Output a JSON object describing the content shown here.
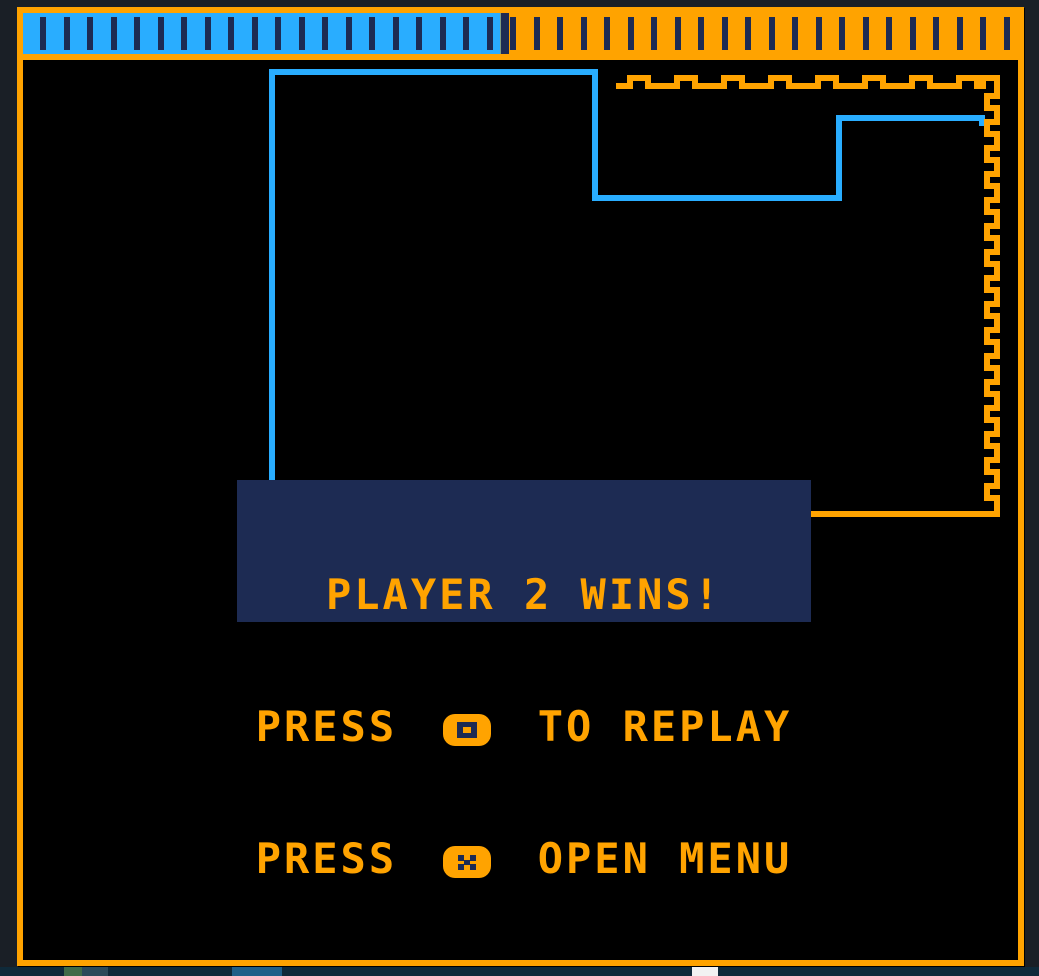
{
  "game": {
    "colors": {
      "background": "#000000",
      "frame": "#ffa300",
      "player1": "#29adff",
      "player2": "#ffa300",
      "meter_dark": "#1d2b53",
      "overlay_bg": "#1d2b53",
      "overlay_text": "#ffa300"
    },
    "territory_meter": {
      "player1_share": 0.48,
      "player2_share": 0.52
    },
    "overlay": {
      "winner_text": "PLAYER 2 WINS!",
      "replay_prefix": "PRESS",
      "replay_button": "circle-button-icon",
      "replay_suffix": "TO REPLAY",
      "menu_prefix": "PRESS",
      "menu_button": "x-button-icon",
      "menu_suffix": "OPEN MENU"
    }
  }
}
